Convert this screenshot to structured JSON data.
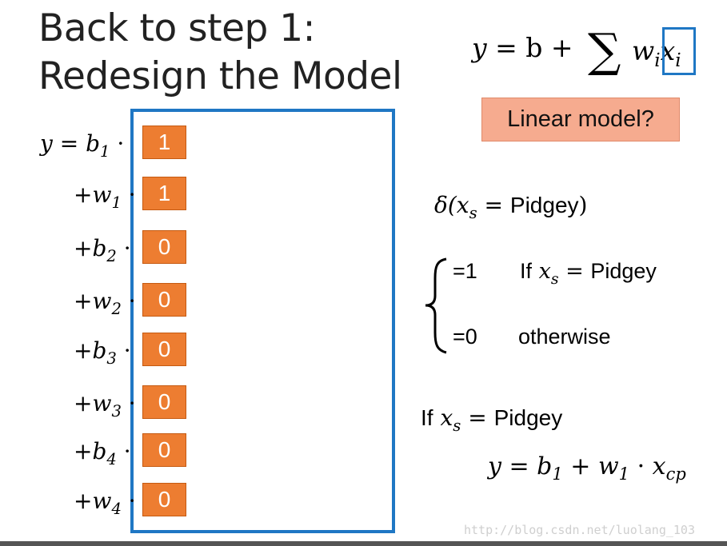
{
  "title": {
    "line1": "Back to step 1:",
    "line2": "Redesign the Model"
  },
  "top_equation": {
    "lhs": "y",
    "eq": "= b +",
    "w": "w",
    "w_sub": "i",
    "x": "x",
    "x_sub": "i"
  },
  "linear_model_label": "Linear model?",
  "rows": [
    {
      "var": "b",
      "prefix": "",
      "sub": "1",
      "value": "1"
    },
    {
      "var": "w",
      "prefix": "+",
      "sub": "1",
      "value": "1"
    },
    {
      "var": "b",
      "prefix": "+",
      "sub": "2",
      "value": "0"
    },
    {
      "var": "w",
      "prefix": "+",
      "sub": "2",
      "value": "0"
    },
    {
      "var": "b",
      "prefix": "+",
      "sub": "3",
      "value": "0"
    },
    {
      "var": "w",
      "prefix": "+",
      "sub": "3",
      "value": "0"
    },
    {
      "var": "b",
      "prefix": "+",
      "sub": "4",
      "value": "0"
    },
    {
      "var": "w",
      "prefix": "+",
      "sub": "4",
      "value": "0"
    }
  ],
  "first_row_lhs": "y =",
  "delta": {
    "symbol": "δ(",
    "x": "x",
    "x_sub": "s",
    "eq": " = ",
    "name": "Pidgey",
    "close": ")"
  },
  "cases": {
    "one": {
      "val": "=1",
      "cond_if": "If",
      "x": "x",
      "x_sub": "s",
      "eq": " = ",
      "name": "Pidgey"
    },
    "zero": {
      "val": "=0",
      "cond": "otherwise"
    }
  },
  "if_line": {
    "if": "If",
    "x": "x",
    "x_sub": "s",
    "eq": " = ",
    "name": "Pidgey"
  },
  "bottom_equation": {
    "lhs": "y",
    "eq": " = ",
    "b": "b",
    "b_sub": "1",
    "plus": " + ",
    "w": "w",
    "w_sub": "1",
    "dot": " · ",
    "x": "x",
    "x_sub": "cp"
  },
  "watermark": "http://blog.csdn.net/luolang_103"
}
